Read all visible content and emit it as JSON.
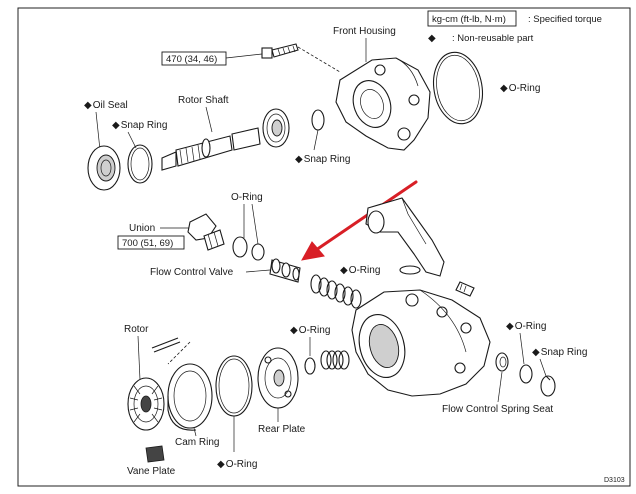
{
  "legend": {
    "torque_box": "kg-cm (ft-lb, N·m)",
    "torque_desc": ": Specified torque",
    "nonreusable_desc": ": Non-reusable part",
    "diamond": "◆"
  },
  "labels": {
    "front_housing": "Front Housing",
    "torque_470": "470 (34, 46)",
    "oring_front": "O-Ring",
    "oil_seal": "Oil Seal",
    "snap_ring_left": "Snap Ring",
    "rotor_shaft": "Rotor Shaft",
    "snap_ring_mid": "Snap Ring",
    "oring_union": "O-Ring",
    "union": "Union",
    "torque_700": "700 (51, 69)",
    "flow_control_valve": "Flow Control Valve",
    "oring_mid": "O-Ring",
    "rotor": "Rotor",
    "oring_rear_spring": "O-Ring",
    "oring_right": "O-Ring",
    "snap_ring_right": "Snap Ring",
    "flow_control_spring_seat": "Flow Control Spring Seat",
    "rear_plate": "Rear Plate",
    "cam_ring": "Cam Ring",
    "oring_bottom": "O-Ring",
    "vane_plate": "Vane Plate",
    "figure_code": "D3103"
  },
  "colors": {
    "arrow": "#d81f26",
    "ink": "#1a1a1a"
  }
}
